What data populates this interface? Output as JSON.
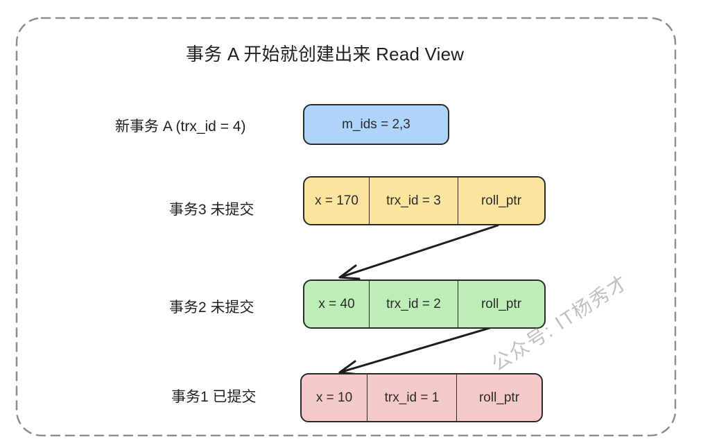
{
  "title": "事务 A 开始就创建出来 Read View",
  "colors": {
    "readview_fill": "#aed4fb",
    "trx3_fill": "#fbe59e",
    "trx2_fill": "#bdeeb8",
    "trx1_fill": "#f6c9c9",
    "frame_stroke": "#8a8f96",
    "line": "#1e1e1e"
  },
  "read_view": {
    "label": "新事务 A (trx_id = 4)",
    "value": "m_ids = 2,3"
  },
  "versions": [
    {
      "label": "事务3 未提交",
      "x": "x = 170",
      "trx_id": "trx_id = 3",
      "roll_ptr": "roll_ptr"
    },
    {
      "label": "事务2 未提交",
      "x": "x = 40",
      "trx_id": "trx_id = 2",
      "roll_ptr": "roll_ptr"
    },
    {
      "label": "事务1 已提交",
      "x": "x = 10",
      "trx_id": "trx_id = 1",
      "roll_ptr": "roll_ptr"
    }
  ],
  "watermark": "公众号: IT杨秀才"
}
